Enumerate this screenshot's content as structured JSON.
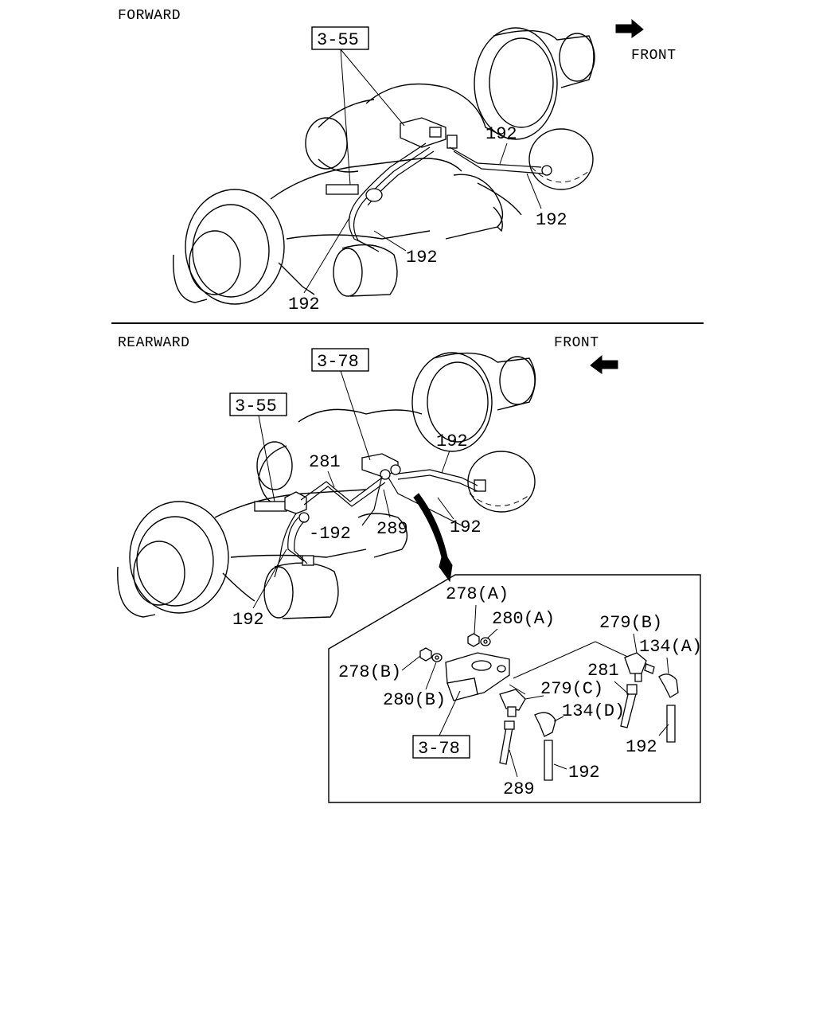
{
  "sections": {
    "forward": {
      "heading": "FORWARD",
      "front": "FRONT"
    },
    "rearward": {
      "heading": "REARWARD",
      "front": "FRONT"
    }
  },
  "refs": {
    "r355": "3-55",
    "r378": "3-78"
  },
  "parts": {
    "p192": "192",
    "p281": "281",
    "p289": "289",
    "p192dash": "-192",
    "p278a": "278(A)",
    "p280a": "280(A)",
    "p279b": "279(B)",
    "p134a": "134(A)",
    "p278b": "278(B)",
    "p280b": "280(B)",
    "p279c": "279(C)",
    "p134d": "134(D)"
  }
}
